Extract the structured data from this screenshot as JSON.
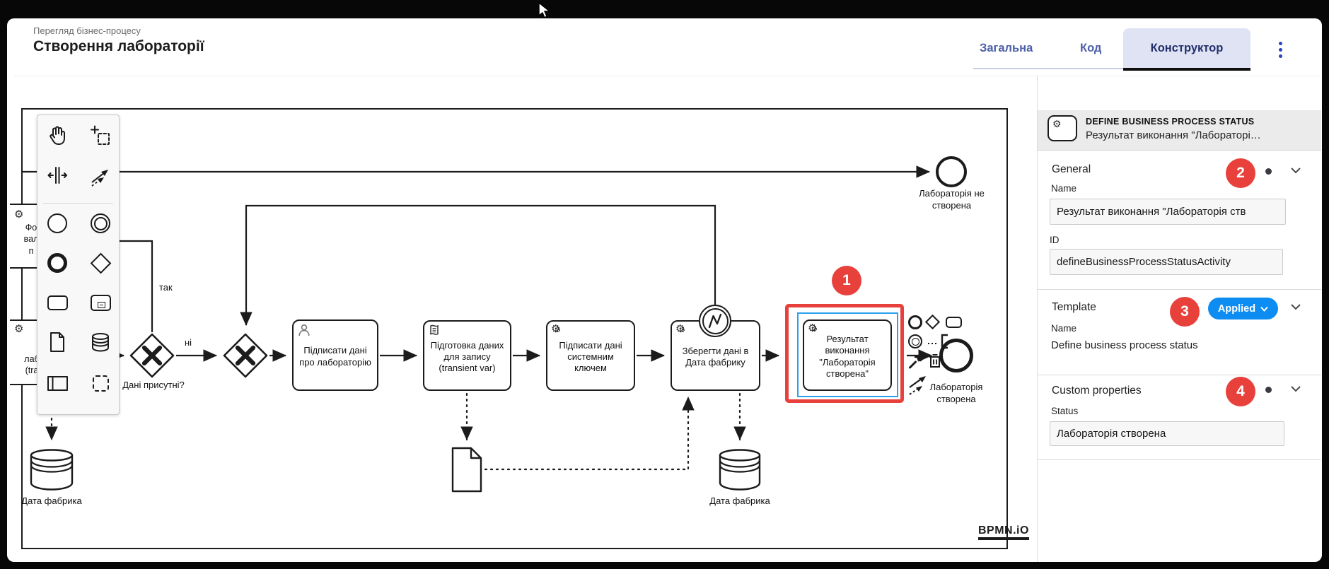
{
  "header": {
    "breadcrumb": "Перегляд бізнес-процесу",
    "title": "Створення лабораторії",
    "tabs": [
      {
        "label": "Загальна"
      },
      {
        "label": "Код"
      },
      {
        "label": "Конструктор"
      }
    ]
  },
  "diagram": {
    "partial_task_a": {
      "line1": "Фо",
      "line2": "вал",
      "line3": "п"
    },
    "partial_task_b": {
      "line1": "лаб",
      "line2": "(tra"
    },
    "gateway1_label": "Дані присутні?",
    "edge_yes": "так",
    "edge_no": "ні",
    "task1": "Підписати дані про лабораторію",
    "task2": "Підготовка даних для запису (transient var)",
    "task3": "Підписати дані системним ключем",
    "task4": "Зберегти дані в Дата фабрику",
    "task5": "Результат виконання \"Лабораторія створена\"",
    "end_event_top": "Лабораторія не створена",
    "end_event_right": "Лабораторія створена",
    "datastore_left": "Дата фабрика",
    "datastore_right": "Дата фабрика",
    "annotation_badge_1": "1",
    "watermark": "BPMN.iO"
  },
  "panel": {
    "heading": "DEFINE BUSINESS PROCESS STATUS",
    "subheading": "Результат виконання \"Лабораторі…",
    "general": {
      "title": "General",
      "badge": "2",
      "name_label": "Name",
      "name_value": "Результат виконання \"Лабораторія ств",
      "id_label": "ID",
      "id_value": "defineBusinessProcessStatusActivity"
    },
    "template": {
      "title": "Template",
      "badge": "3",
      "applied_label": "Applied",
      "name_label": "Name",
      "name_value": "Define business process status"
    },
    "custom": {
      "title": "Custom properties",
      "badge": "4",
      "status_label": "Status",
      "status_value": "Лабораторія створена"
    }
  },
  "colors": {
    "badge_red": "#e8413c",
    "applied_blue": "#0d8cf2",
    "selection_blue": "#2b9ff2",
    "tab_active_bg": "#dfe3f4"
  }
}
